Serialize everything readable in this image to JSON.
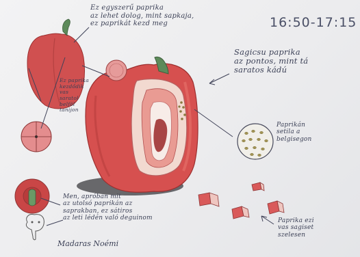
{
  "drawing": {
    "timestamp": "16:50-17:15",
    "notes": {
      "top_left": "Ez egyszerű paprika\naz lehet dolog, mint sapkaja,\nez paprikát kezd meg",
      "right_title": "Sagicsu paprika\naz pontos, mint tá\nsaratos kádú",
      "left_small": "Ez paprika\nkezdődik\nvas\nsaratol\nbelföl\ntanijon",
      "seeds": "Paprikán\nsetila a\nbelgisegon",
      "bottom_center": "Men, apróban mit\naz utolsó paprikán az\nsaprakban, ez sátiros\naz leti lédén való deguinom",
      "cubes": "Paprika ezi\nvas sagiset\nszelesen",
      "signature": "Madaras Noémi"
    },
    "colors": {
      "pepper_red": "#d6504f",
      "pepper_dark": "#b23a3a",
      "flesh": "#f2d9d0",
      "stem": "#5d8a5a",
      "ink": "#3a3f55"
    }
  }
}
